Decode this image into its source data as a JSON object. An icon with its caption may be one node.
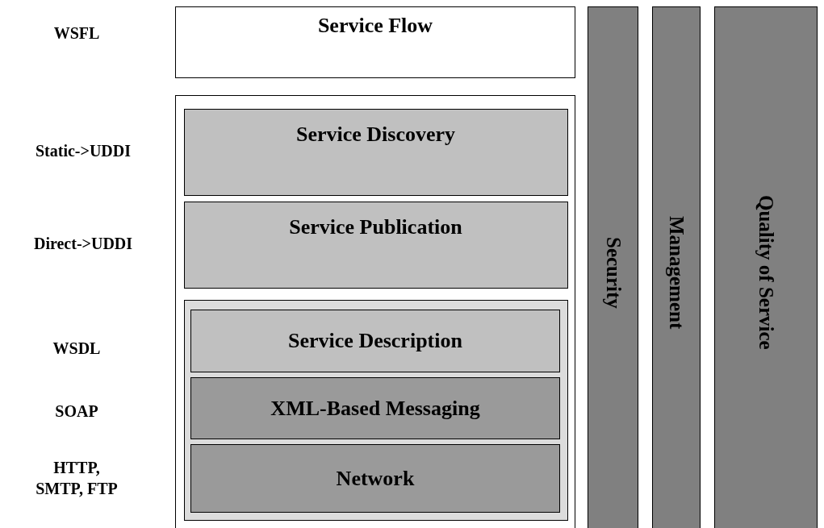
{
  "diagram": {
    "nodes": [
      {
        "text": [
          "Service Flow"
        ]
      },
      {
        "text": [],
        "shape": "box"
      },
      {
        "text": [
          "Service Discovery"
        ],
        "in": 1
      },
      {
        "text": [
          "Service Publication"
        ],
        "in": 1
      },
      {
        "text": [],
        "shape": "box",
        "in": 1
      },
      {
        "text": [
          "Service Description"
        ],
        "in": 4
      },
      {
        "text": [
          "XML-Based Messaging"
        ],
        "in": 4
      },
      {
        "text": [
          "Network"
        ],
        "in": 4
      },
      {
        "text": [
          "Security"
        ]
      },
      {
        "text": [
          "Management"
        ]
      },
      {
        "text": [
          "Quality of Service"
        ]
      }
    ],
    "edges": [],
    "labels": [
      "WSFL",
      "Static->UDDI",
      "Direct->UDDI",
      "WSDL",
      "SOAP",
      "HTTP, SMTP, FTP"
    ]
  }
}
